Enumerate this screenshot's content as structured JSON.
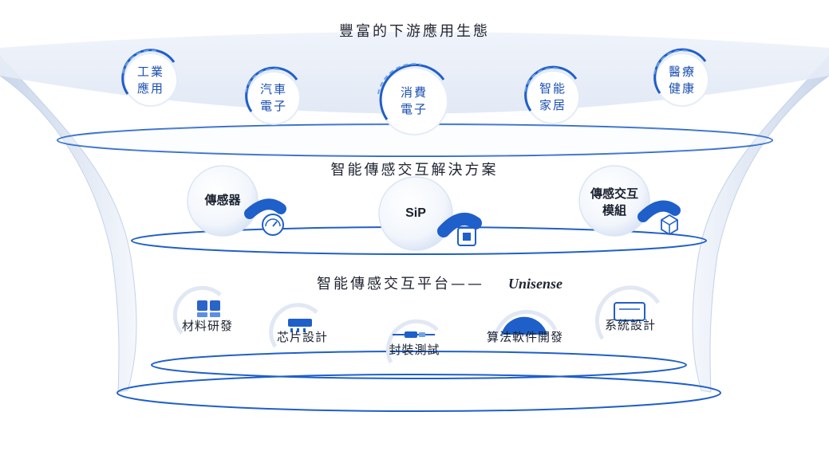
{
  "tiers": {
    "top": {
      "title": "豐富的下游應用生態",
      "items": [
        {
          "line1": "工業",
          "line2": "應用"
        },
        {
          "line1": "汽車",
          "line2": "電子"
        },
        {
          "line1": "消費",
          "line2": "電子"
        },
        {
          "line1": "智能",
          "line2": "家居"
        },
        {
          "line1": "醫療",
          "line2": "健康"
        }
      ]
    },
    "middle": {
      "title": "智能傳感交互解決方案",
      "items": [
        {
          "line1": "傳感器",
          "line2": "",
          "icon": "gauge-icon"
        },
        {
          "line1": "SiP",
          "line2": "",
          "icon": "chip-icon"
        },
        {
          "line1": "傳感交互",
          "line2": "模組",
          "icon": "cube-icon"
        }
      ]
    },
    "bottom": {
      "title": "智能傳感交互平台——",
      "brand": "Unisense",
      "items": [
        {
          "label": "材料研發",
          "icon": "material-blocks-icon"
        },
        {
          "label": "芯片設計",
          "icon": "chip-design-icon"
        },
        {
          "label": "封裝測試",
          "icon": "probe-icon"
        },
        {
          "label": "算法軟件開發",
          "icon": "dial-icon"
        },
        {
          "label": "系統設計",
          "icon": "monitor-icon"
        }
      ]
    }
  },
  "colors": {
    "accent": "#1f5fc9",
    "accent_light": "#6ea3e8",
    "ring_fill": "#eef4fc",
    "funnel_fill": "#e8eef8",
    "text_dark": "#1f2431"
  }
}
